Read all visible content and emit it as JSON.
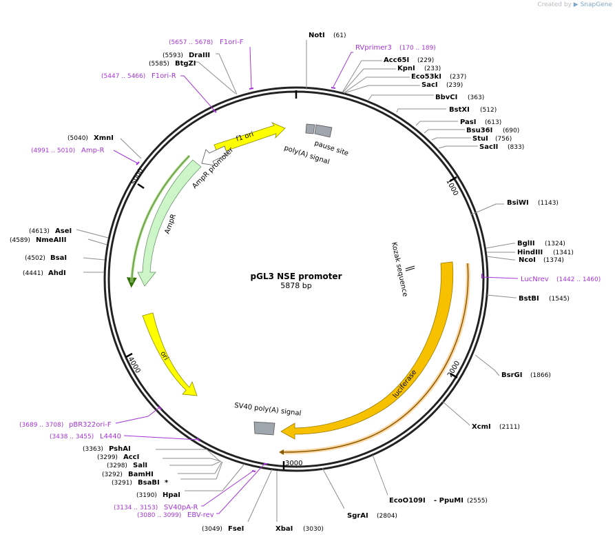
{
  "credit": {
    "prefix": "Created by",
    "brand": "SnapGene"
  },
  "plasmid": {
    "name": "pGL3 NSE promoter",
    "size": "5878 bp"
  },
  "ticks": [
    "1000",
    "2000",
    "3000",
    "4000",
    "5000"
  ],
  "features": [
    {
      "label": "f1 ori"
    },
    {
      "label": "pause site"
    },
    {
      "label": "poly(A) signal"
    },
    {
      "label": "AmpR promoter"
    },
    {
      "label": "AmpR"
    },
    {
      "label": "ori"
    },
    {
      "label": "Kozak sequence"
    },
    {
      "label": "luciferase"
    },
    {
      "label": "SV40 poly(A) signal"
    }
  ],
  "sites": [
    {
      "name": "NotI",
      "pos": "(61)"
    },
    {
      "name": "Acc65I",
      "pos": "(229)"
    },
    {
      "name": "KpnI",
      "pos": "(233)"
    },
    {
      "name": "Eco53kI",
      "pos": "(237)"
    },
    {
      "name": "SacI",
      "pos": "(239)"
    },
    {
      "name": "BbvCI",
      "pos": "(363)"
    },
    {
      "name": "BstXI",
      "pos": "(512)"
    },
    {
      "name": "PasI",
      "pos": "(613)"
    },
    {
      "name": "Bsu36I",
      "pos": "(690)"
    },
    {
      "name": "StuI",
      "pos": "(756)"
    },
    {
      "name": "SacII",
      "pos": "(833)"
    },
    {
      "name": "BsiWI",
      "pos": "(1143)"
    },
    {
      "name": "BglII",
      "pos": "(1324)"
    },
    {
      "name": "HindIII",
      "pos": "(1341)"
    },
    {
      "name": "NcoI",
      "pos": "(1374)"
    },
    {
      "name": "BstBI",
      "pos": "(1545)"
    },
    {
      "name": "BsrGI",
      "pos": "(1866)"
    },
    {
      "name": "XcmI",
      "pos": "(2111)"
    },
    {
      "name": "EcoO109I",
      "pos": "(2555)",
      "extra": "- PpuMI"
    },
    {
      "name": "SgrAI",
      "pos": "(2804)"
    },
    {
      "name": "XbaI",
      "pos": "(3030)"
    },
    {
      "name": "FseI",
      "pos": "(3049)"
    },
    {
      "name": "HpaI",
      "pos": "(3190)"
    },
    {
      "name": "BsaBI",
      "pos": "(3291)",
      "extra": "*"
    },
    {
      "name": "BamHI",
      "pos": "(3292)"
    },
    {
      "name": "SalI",
      "pos": "(3298)"
    },
    {
      "name": "AccI",
      "pos": "(3299)"
    },
    {
      "name": "PshAI",
      "pos": "(3363)"
    },
    {
      "name": "AhdI",
      "pos": "(4441)"
    },
    {
      "name": "BsaI",
      "pos": "(4502)"
    },
    {
      "name": "NmeAIII",
      "pos": "(4589)"
    },
    {
      "name": "AseI",
      "pos": "(4613)"
    },
    {
      "name": "XmnI",
      "pos": "(5040)"
    },
    {
      "name": "BtgZI",
      "pos": "(5585)"
    },
    {
      "name": "DraIII",
      "pos": "(5593)"
    }
  ],
  "primers": [
    {
      "name": "RVprimer3",
      "range": "(170 .. 189)"
    },
    {
      "name": "LucNrev",
      "range": "(1442 .. 1460)"
    },
    {
      "name": "EBV-rev",
      "range": "(3080 .. 3099)"
    },
    {
      "name": "SV40pA-R",
      "range": "(3134 .. 3153)"
    },
    {
      "name": "L4440",
      "range": "(3438 .. 3455)"
    },
    {
      "name": "pBR322ori-F",
      "range": "(3689 .. 3708)"
    },
    {
      "name": "Amp-R",
      "range": "(4991 .. 5010)"
    },
    {
      "name": "F1ori-R",
      "range": "(5447 .. 5466)"
    },
    {
      "name": "F1ori-F",
      "range": "(5657 .. 5678)"
    }
  ],
  "colors": {
    "backbone": "#222222",
    "primer": "#a334d6",
    "yellow": "#ffff00",
    "luciferase": "#f7c100",
    "ampr": "#ccf5c8",
    "gray_feature": "#a0a6ad",
    "leader": "#8c8c8c"
  }
}
